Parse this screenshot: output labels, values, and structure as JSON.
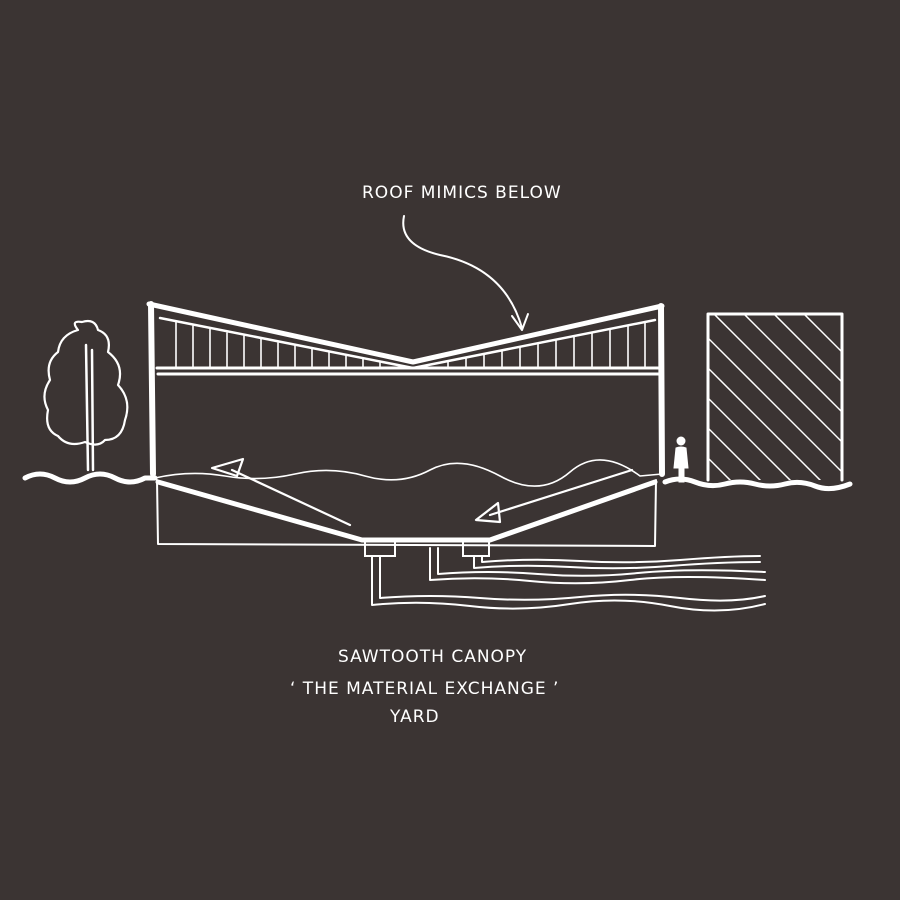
{
  "colors": {
    "background": "#3b3433",
    "ink": "#ffffff"
  },
  "annotations": {
    "roof": "ROOF MIMICS BELOW",
    "caption_line_1": "SAWTOOTH CANOPY",
    "caption_line_2": "‘ THE MATERIAL EXCHANGE ’",
    "caption_line_3": "YARD"
  }
}
